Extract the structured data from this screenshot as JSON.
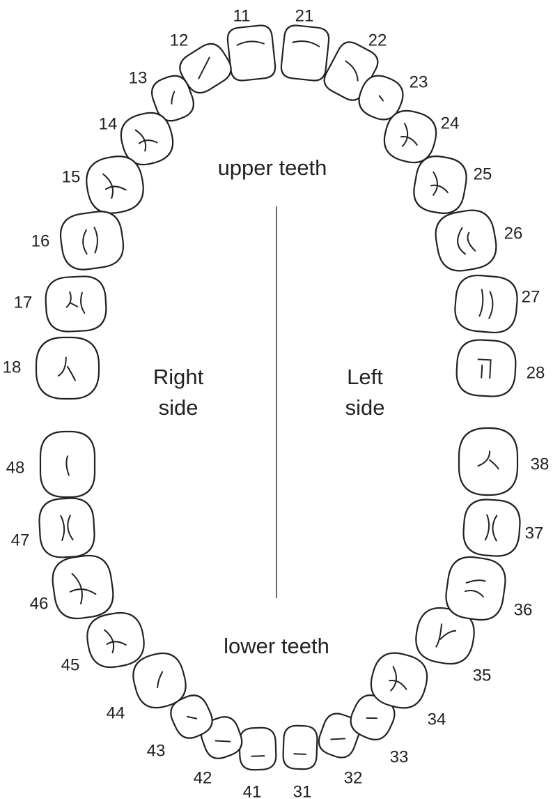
{
  "labels": {
    "upper": "upper teeth",
    "lower": "lower teeth",
    "right_line1": "Right",
    "right_line2": "side",
    "left_line1": "Left",
    "left_line2": "side"
  },
  "teeth": [
    {
      "id": "11",
      "label": "11"
    },
    {
      "id": "12",
      "label": "12"
    },
    {
      "id": "13",
      "label": "13"
    },
    {
      "id": "14",
      "label": "14"
    },
    {
      "id": "15",
      "label": "15"
    },
    {
      "id": "16",
      "label": "16"
    },
    {
      "id": "17",
      "label": "17"
    },
    {
      "id": "18",
      "label": "18"
    },
    {
      "id": "21",
      "label": "21"
    },
    {
      "id": "22",
      "label": "22"
    },
    {
      "id": "23",
      "label": "23"
    },
    {
      "id": "24",
      "label": "24"
    },
    {
      "id": "25",
      "label": "25"
    },
    {
      "id": "26",
      "label": "26"
    },
    {
      "id": "27",
      "label": "27"
    },
    {
      "id": "28",
      "label": "28"
    },
    {
      "id": "31",
      "label": "31"
    },
    {
      "id": "32",
      "label": "32"
    },
    {
      "id": "33",
      "label": "33"
    },
    {
      "id": "34",
      "label": "34"
    },
    {
      "id": "35",
      "label": "35"
    },
    {
      "id": "36",
      "label": "36"
    },
    {
      "id": "37",
      "label": "37"
    },
    {
      "id": "38",
      "label": "38"
    },
    {
      "id": "41",
      "label": "41"
    },
    {
      "id": "42",
      "label": "42"
    },
    {
      "id": "43",
      "label": "43"
    },
    {
      "id": "44",
      "label": "44"
    },
    {
      "id": "45",
      "label": "45"
    },
    {
      "id": "46",
      "label": "46"
    },
    {
      "id": "47",
      "label": "47"
    },
    {
      "id": "48",
      "label": "48"
    }
  ]
}
